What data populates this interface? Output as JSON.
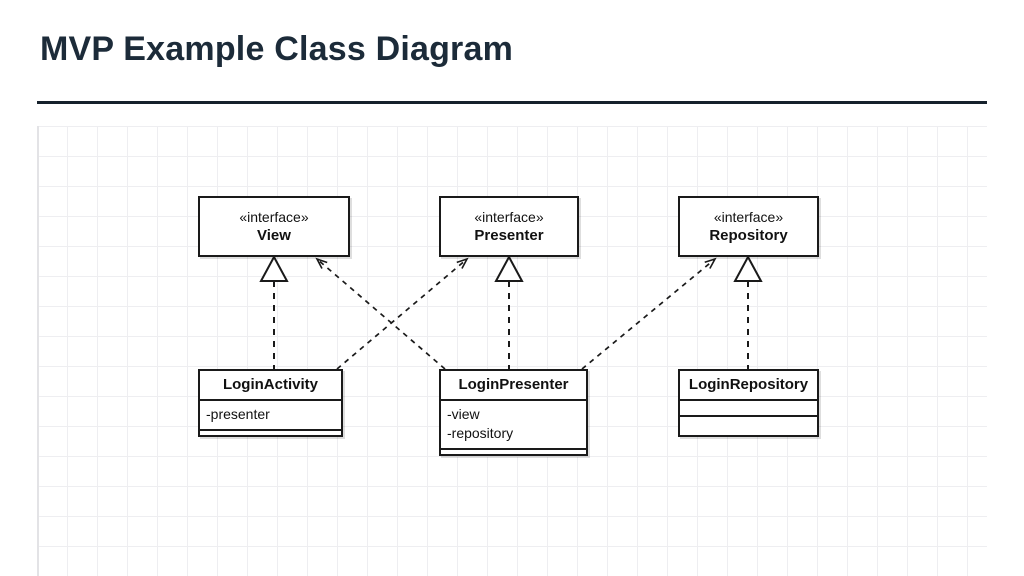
{
  "slide": {
    "title": "MVP Example Class Diagram",
    "title_color": "#1c2b39",
    "rule_color": "#16212c",
    "canvas_grid_color": "#eeeef1"
  },
  "diagram": {
    "type": "uml-class-diagram",
    "interfaces": [
      {
        "id": "view",
        "stereotype": "«interface»",
        "name": "View"
      },
      {
        "id": "presenter",
        "stereotype": "«interface»",
        "name": "Presenter"
      },
      {
        "id": "repository",
        "stereotype": "«interface»",
        "name": "Repository"
      }
    ],
    "classes": [
      {
        "id": "loginactivity",
        "name": "LoginActivity",
        "attributes": [
          "-presenter"
        ],
        "operations": []
      },
      {
        "id": "loginpresenter",
        "name": "LoginPresenter",
        "attributes": [
          "-view",
          "-repository"
        ],
        "operations": []
      },
      {
        "id": "loginrepository",
        "name": "LoginRepository",
        "attributes": [],
        "operations": []
      }
    ],
    "relationships": [
      {
        "from": "LoginActivity",
        "to": "View",
        "type": "realization"
      },
      {
        "from": "LoginPresenter",
        "to": "Presenter",
        "type": "realization"
      },
      {
        "from": "LoginRepository",
        "to": "Repository",
        "type": "realization"
      },
      {
        "from": "LoginActivity",
        "to": "Presenter",
        "type": "dependency"
      },
      {
        "from": "LoginPresenter",
        "to": "View",
        "type": "dependency"
      },
      {
        "from": "LoginPresenter",
        "to": "Repository",
        "type": "dependency"
      }
    ],
    "line_color": "#1a1a1a"
  }
}
